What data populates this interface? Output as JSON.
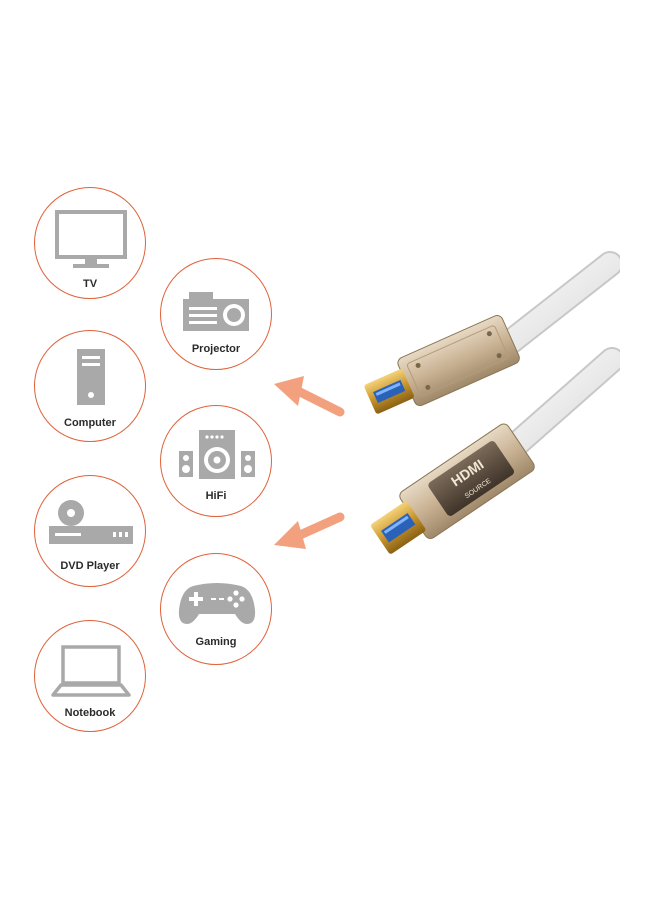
{
  "accent_color": "#e0623a",
  "arrow_color": "#f2a07e",
  "icon_color": "#a9a9a9",
  "devices": [
    {
      "label": "TV",
      "icon": "tv-icon"
    },
    {
      "label": "Projector",
      "icon": "projector-icon"
    },
    {
      "label": "Computer",
      "icon": "computer-tower-icon"
    },
    {
      "label": "HiFi",
      "icon": "hifi-speaker-icon"
    },
    {
      "label": "DVD Player",
      "icon": "dvd-player-icon"
    },
    {
      "label": "Gaming",
      "icon": "gamepad-icon"
    },
    {
      "label": "Notebook",
      "icon": "laptop-icon"
    }
  ],
  "cable": {
    "connector_logo": "HDMI",
    "connector_marking": "SOURCE"
  }
}
